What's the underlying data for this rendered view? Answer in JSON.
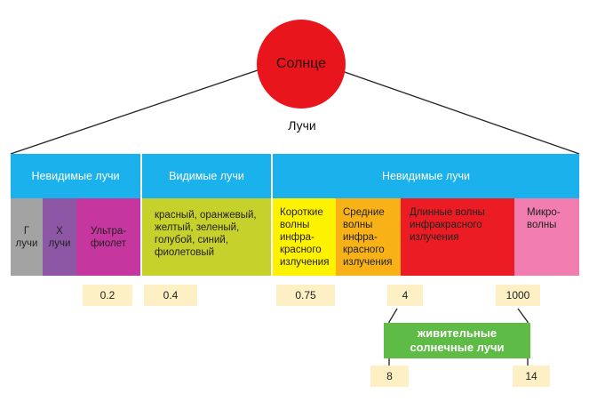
{
  "sun": {
    "label": "Солнце",
    "color": "#e8151c"
  },
  "rays_label": "Лучи",
  "header": {
    "color": "#1ab1ec",
    "invisible_left": "Невидимые лучи",
    "visible": "Видимые лучи",
    "invisible_right": "Невидимые лучи"
  },
  "bands": [
    {
      "id": "gamma",
      "lines": [
        "Г",
        "лучи"
      ],
      "color": "#a3a3a3"
    },
    {
      "id": "xray",
      "lines": [
        "Х",
        "лучи"
      ],
      "color": "#8d57a6"
    },
    {
      "id": "uv",
      "lines": [
        "Ультра-",
        "фиолет"
      ],
      "color": "#c6369f"
    },
    {
      "id": "visible",
      "lines": [
        "красный, оранжевый,",
        "желтый, зеленый,",
        "голубой, синий,",
        "фиолетовый"
      ],
      "color": "#c7d12c"
    },
    {
      "id": "short-ir",
      "lines": [
        "Короткие",
        "волны",
        "инфра-",
        "красного",
        "излучения"
      ],
      "color": "#fff200"
    },
    {
      "id": "mid-ir",
      "lines": [
        "Средние",
        "волны",
        "инфра-",
        "красного",
        "излучения"
      ],
      "color": "#f8b218"
    },
    {
      "id": "long-ir",
      "lines": [
        "Длинные волны",
        "инфракрасного",
        "излучения"
      ],
      "color": "#ec1c24"
    },
    {
      "id": "micro",
      "lines": [
        "Микро-",
        "волны"
      ],
      "color": "#f27db0"
    }
  ],
  "boundaries": [
    "0.2",
    "0.4",
    "0.75",
    "4",
    "1000"
  ],
  "vital": {
    "lines": [
      "живительные",
      "солнечные лучи"
    ],
    "color": "#5dbb46",
    "from": "8",
    "to": "14"
  }
}
